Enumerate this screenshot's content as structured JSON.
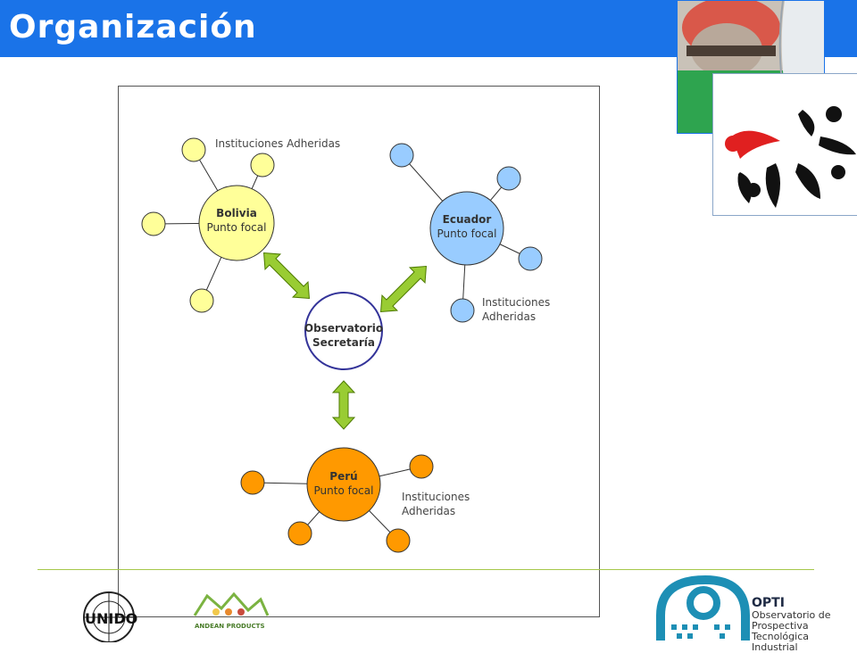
{
  "title": "Organización",
  "nodes": {
    "bolivia": {
      "name": "Bolivia",
      "role": "Punto focal"
    },
    "ecuador": {
      "name": "Ecuador",
      "role": "Punto focal"
    },
    "center": {
      "name": "Observatorio",
      "role": "Secretaría"
    },
    "peru": {
      "name": "Perú",
      "role": "Punto focal"
    }
  },
  "annotations": {
    "bolivia": "Instituciones Adheridas",
    "ecuador_1": "Instituciones",
    "ecuador_2": "Adheridas",
    "peru_1": "Instituciones",
    "peru_2": "Adheridas"
  },
  "logos": {
    "unido": "UNIDO",
    "andean": "ANDEAN PRODUCTS",
    "opti_name": "OPTI",
    "opti_1": "Observatorio de",
    "opti_2": "Prospectiva Tecnológica",
    "opti_3": "Industrial"
  },
  "colors": {
    "title_bar": "#1a73e8",
    "bolivia": "#ffff99",
    "ecuador": "#99ccff",
    "peru": "#ff9900",
    "arrow": "#99cc33",
    "center_border": "#333399"
  }
}
